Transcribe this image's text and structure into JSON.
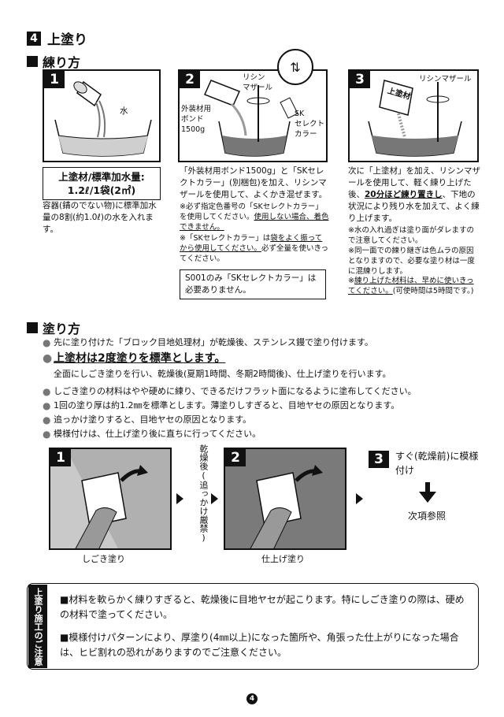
{
  "section": {
    "number": "4",
    "title": "上塗り"
  },
  "mixing": {
    "heading": "練り方",
    "step1": {
      "badge": "1",
      "label_water": "水",
      "box_line1": "上塗材/標準加水量:",
      "box_line2": "1.2ℓ/1袋(2㎡)",
      "desc": "容器(錆のでない物)に標準加水量の8割(約1.0ℓ)の水を入れます。"
    },
    "step2": {
      "badge": "2",
      "label_mixer": "リシン\nマザール",
      "label_bond": "外装材用\nボンド\n1500g",
      "label_color": "SK\nセレクト\nカラー",
      "desc": "「外装材用ボンド1500g」と「SKセレクトカラー」(別梱包)を加え、リシンマザールを使用して、よくかき混ぜます。",
      "note1a": "※必ず指定色番号の「SKセレクトカラー」を使用してください。",
      "note1b": "使用しない場合、着色できません。",
      "note2a": "※「SKセレクトカラー」は",
      "note2b": "袋をよく振ってから使用してください。",
      "note2c": "必ず全量を使いきってください。",
      "box": "S001のみ「SKセレクトカラー」は必要ありません。"
    },
    "step3": {
      "badge": "3",
      "label_mixer": "リシンマザール",
      "bag_label": "上塗材",
      "desc_a": "次に「上塗材」を加え、リシンマザールを使用して、軽く練り上げた後、",
      "desc_b": "20分ほど練り置きし",
      "desc_c": "、下地の状況により残り水を加えて、よく練り上げます。",
      "note1": "※水の入れ過ぎは塗り面がダレますので注意してください。",
      "note2": "※同一面での練り継ぎは色ムラの原因となりますので、必要な塗り材は一度に混練りします。",
      "note3a": "※",
      "note3b": "練り上げた材料は、早めに使いきってください。",
      "note3c": "(可使時間は5時間です。)"
    }
  },
  "application": {
    "heading": "塗り方",
    "item1": "先に塗り付けた「ブロック目地処理材」が乾燥後、ステンレス鏝で塗り付けます。",
    "item2": "上塗材は2度塗りを標準とします。",
    "item2_sub": "全面にしごき塗りを行い、乾燥後(夏期1時間、冬期2時間後)、仕上げ塗りを行います。",
    "item3": "しごき塗りの材料はやや硬めに練り、できるだけフラット面になるように塗布してください。",
    "item4": "1回の塗り厚は約1.2㎜を標準とします。薄塗りしすぎると、目地ヤセの原因となります。",
    "item5": "追っかけ塗りすると、目地ヤセの原因となります。",
    "item6": "模様付けは、仕上げ塗り後に直ちに行ってください。",
    "step1": {
      "badge": "1",
      "caption": "しごき塗り"
    },
    "between": "乾燥後(追っかけ厳禁)",
    "step2": {
      "badge": "2",
      "caption": "仕上げ塗り"
    },
    "step3": {
      "badge": "3",
      "text": "すぐ(乾燥前)に模様付け",
      "ref": "次項参照"
    }
  },
  "caution": {
    "tab": "上塗り施工のご注意",
    "item1": "■材料を軟らかく練りすぎると、乾燥後に目地ヤセが起こります。特にしごき塗りの際は、硬めの材料で塗ってください。",
    "item2": "■模様付けパターンにより、厚塗り(4㎜以上)になった箇所や、角張った仕上がりになった場合は、ヒビ割れの恐れがありますのでご注意ください。"
  },
  "page_number": "4"
}
